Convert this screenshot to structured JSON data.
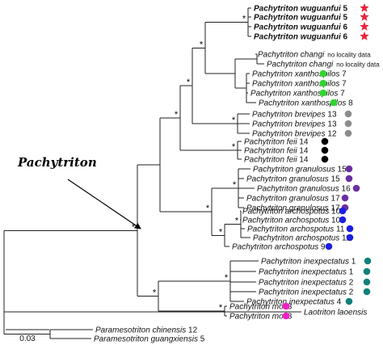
{
  "genus_label": "Pachytriton",
  "scale_bar": {
    "label": "0.03"
  },
  "support_symbol": "*",
  "colors": {
    "red": "#e8263b",
    "green": "#2fd62f",
    "gray": "#8c8c8c",
    "black": "#000000",
    "purple": "#6a2fa0",
    "blue": "#1c1ee0",
    "teal": "#13807a",
    "magenta": "#f21ec8"
  },
  "tips": [
    {
      "id": "wug1",
      "name": "Pachytriton wuguanfui",
      "num": "5",
      "bold": true,
      "marker": "star",
      "color": "red"
    },
    {
      "id": "wug2",
      "name": "Pachytriton wuguanfui",
      "num": "5",
      "bold": true,
      "marker": "star",
      "color": "red"
    },
    {
      "id": "wug3",
      "name": "Pachytriton wuguanfui",
      "num": "6",
      "bold": true,
      "marker": "star",
      "color": "red"
    },
    {
      "id": "wug4",
      "name": "Pachytriton wuguanfui",
      "num": "6",
      "bold": true,
      "marker": "star",
      "color": "red"
    },
    {
      "id": "cha1",
      "name": "Pachytriton changi",
      "note": "no locality data",
      "marker": "none"
    },
    {
      "id": "cha2",
      "name": "Pachytriton changi",
      "note": "no locality data",
      "marker": "none"
    },
    {
      "id": "xan1",
      "name": "Pachytriton xanthospilos",
      "num": "7",
      "marker": "circle",
      "color": "green"
    },
    {
      "id": "xan2",
      "name": "Pachytriton xanthospilos",
      "num": "7",
      "marker": "circle",
      "color": "green"
    },
    {
      "id": "xan3",
      "name": "Pachytriton xanthospilos",
      "num": "7",
      "marker": "circle",
      "color": "green"
    },
    {
      "id": "xan4",
      "name": "Pachytriton xanthospilos",
      "num": "8",
      "marker": "circle",
      "color": "green"
    },
    {
      "id": "bre1",
      "name": "Pachytriton brevipes",
      "num": "13",
      "marker": "circle",
      "color": "gray"
    },
    {
      "id": "bre2",
      "name": "Pachytriton brevipes",
      "num": "13",
      "marker": "circle",
      "color": "gray"
    },
    {
      "id": "bre3",
      "name": "Pachytriton brevipes",
      "num": "12",
      "marker": "circle",
      "color": "gray"
    },
    {
      "id": "fei1",
      "name": "Pachytriton feii",
      "num": "14",
      "marker": "circle",
      "color": "black"
    },
    {
      "id": "fei2",
      "name": "Pachytriton feii",
      "num": "14",
      "marker": "circle",
      "color": "black"
    },
    {
      "id": "fei3",
      "name": "Pachytriton feii",
      "num": "14",
      "marker": "circle",
      "color": "black"
    },
    {
      "id": "gra1",
      "name": "Pachytriton granulosus",
      "num": "15",
      "marker": "circle",
      "color": "purple"
    },
    {
      "id": "gra2",
      "name": "Pachytriton granulosus",
      "num": "15",
      "marker": "circle",
      "color": "purple"
    },
    {
      "id": "gra3",
      "name": "Pachytriton granulosus",
      "num": "16",
      "marker": "circle",
      "color": "purple"
    },
    {
      "id": "gra4",
      "name": "Pachytriton granulosus",
      "num": "17",
      "marker": "circle",
      "color": "purple"
    },
    {
      "id": "gra5",
      "name": "Pachytriton granulosus",
      "num": "17",
      "marker": "circle",
      "color": "purple"
    },
    {
      "id": "arc1",
      "name": "Pachytriton archospotus",
      "num": "10",
      "marker": "circle",
      "color": "blue"
    },
    {
      "id": "arc2",
      "name": "Pachytriton archospotus",
      "num": "10",
      "marker": "circle",
      "color": "blue"
    },
    {
      "id": "arc3",
      "name": "Pachytriton archospotus",
      "num": "11",
      "marker": "circle",
      "color": "blue"
    },
    {
      "id": "arc4",
      "name": "Pachytriton archospotus",
      "num": "11",
      "marker": "circle",
      "color": "blue"
    },
    {
      "id": "arc5",
      "name": "Pachytriton archospotus",
      "num": "9",
      "marker": "circle",
      "color": "blue"
    },
    {
      "id": "ine1",
      "name": "Pachytriton inexpectatus",
      "num": "1",
      "marker": "circle",
      "color": "teal"
    },
    {
      "id": "ine2",
      "name": "Pachytriton inexpectatus",
      "num": "1",
      "marker": "circle",
      "color": "teal"
    },
    {
      "id": "ine3",
      "name": "Pachytriton inexpectatus",
      "num": "2",
      "marker": "circle",
      "color": "teal"
    },
    {
      "id": "ine4",
      "name": "Pachytriton inexpectatus",
      "num": "2",
      "marker": "circle",
      "color": "teal"
    },
    {
      "id": "ine5",
      "name": "Pachytriton inexpectatus",
      "num": "4",
      "marker": "circle",
      "color": "teal"
    },
    {
      "id": "moi1",
      "name": "Pachytriton moi",
      "num": "3",
      "marker": "circle",
      "color": "magenta"
    },
    {
      "id": "moi2",
      "name": "Pachytriton moi",
      "num": "3",
      "marker": "circle",
      "color": "magenta"
    },
    {
      "id": "lao",
      "name": "Laotriton laoensis",
      "marker": "none"
    },
    {
      "id": "chi",
      "name": "Paramesotriton chinensis",
      "num": "12",
      "marker": "none"
    },
    {
      "id": "gua",
      "name": "Paramesotriton guangxiensis",
      "num": "5",
      "marker": "none"
    }
  ]
}
